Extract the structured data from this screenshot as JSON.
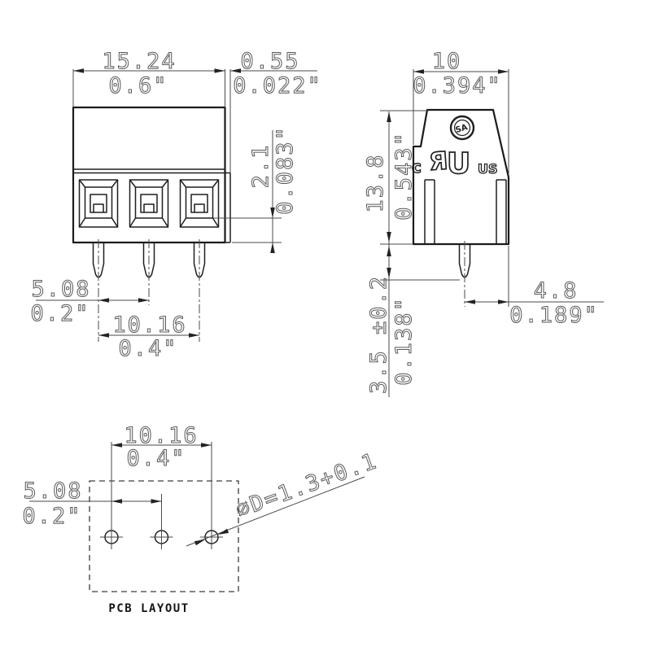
{
  "front": {
    "width_mm": "15.24",
    "width_in": "0.6\"",
    "offset_mm": "0.55",
    "offset_in": "0.022\"",
    "step_mm": "2.1",
    "step_in": "0.083\"",
    "pitch_mm": "5.08",
    "pitch_in": "0.2\"",
    "span_mm": "10.16",
    "span_in": "0.4\""
  },
  "side": {
    "depth_mm": "10",
    "depth_in": "0.394\"",
    "height_mm": "13.8",
    "height_in": "0.543\"",
    "pin_mm": "3.5 ±0.2",
    "pin_in": "0.138\"",
    "pin_offset_mm": "4.8",
    "pin_offset_in": "0.189\"",
    "csa_mark": "SA",
    "ul_c": "c",
    "ul_r": "Я",
    "ul_u": "U",
    "ul_us": "US"
  },
  "pcb": {
    "span_mm": "10.16",
    "span_in": "0.4\"",
    "pitch_mm": "5.08",
    "pitch_in": "0.2\"",
    "hole_dia": "∅D=1.3+0.1",
    "caption": "PCB LAYOUT"
  }
}
